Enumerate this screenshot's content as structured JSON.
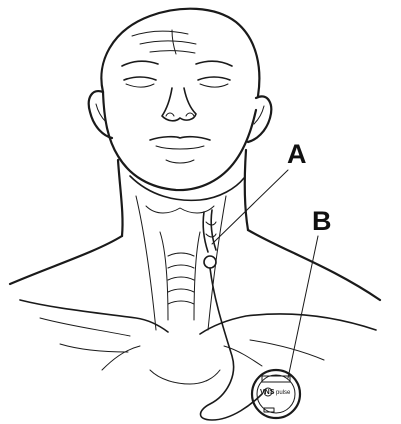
{
  "labels": {
    "a": "A",
    "b": "B"
  },
  "device": {
    "brand_mark": "VNS",
    "model_text": "pulse"
  },
  "colors": {
    "line": "#1a1a1a",
    "background": "#ffffff"
  }
}
